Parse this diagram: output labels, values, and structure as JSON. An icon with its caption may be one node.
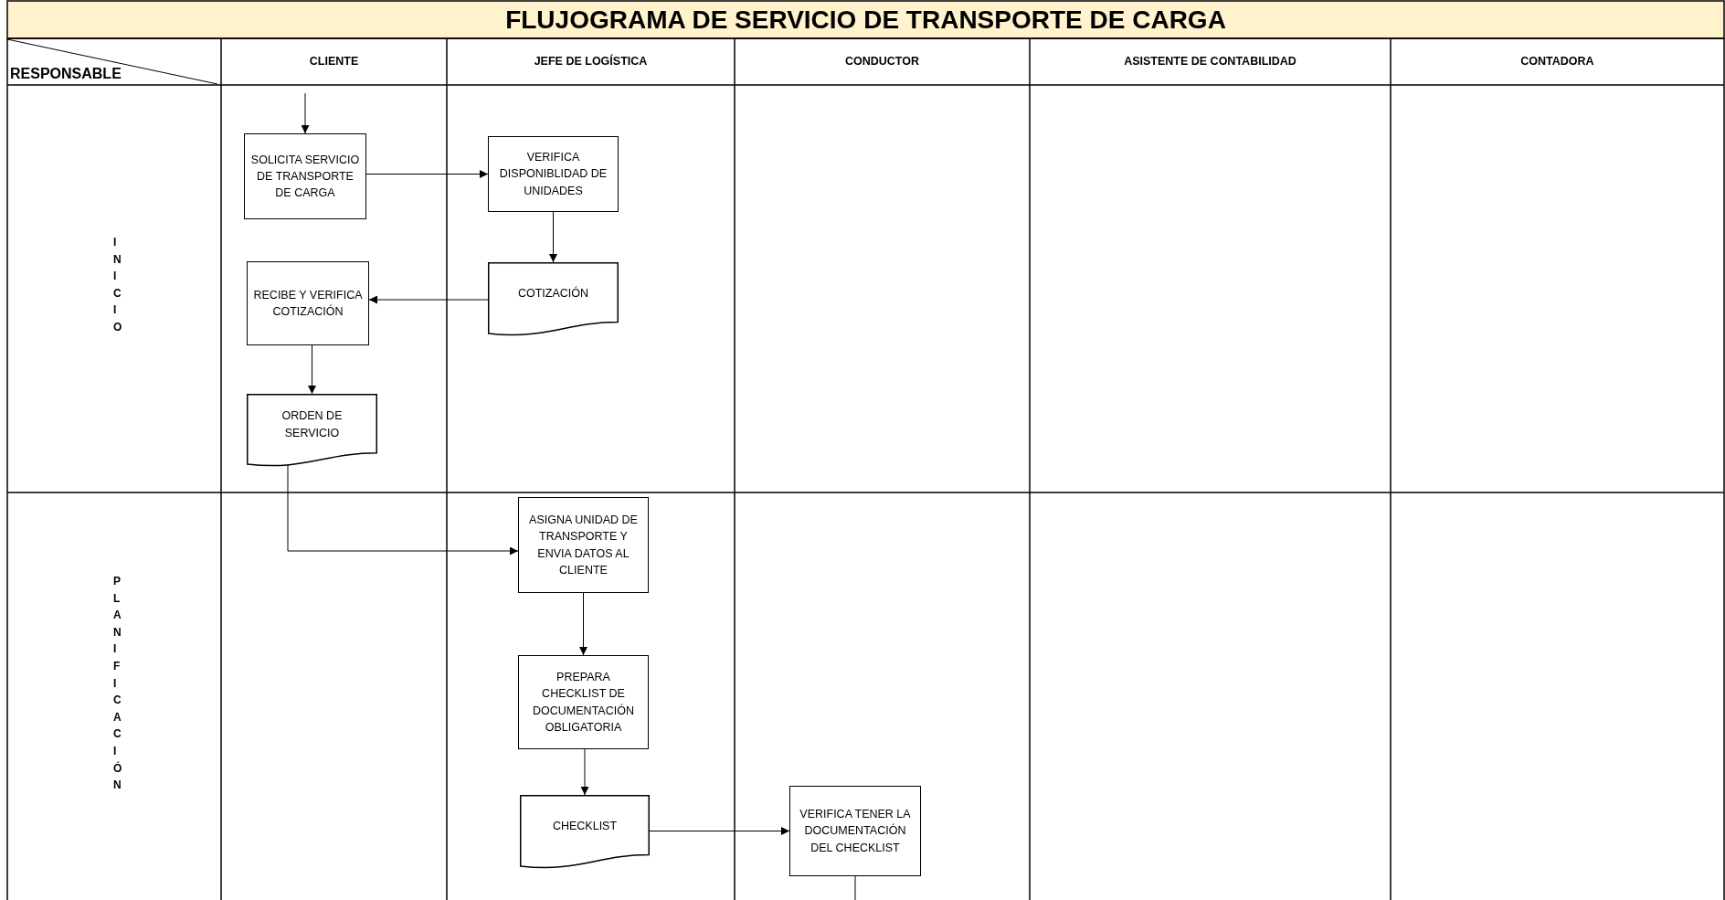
{
  "diagram": {
    "title": "FLUJOGRAMA DE SERVICIO DE TRANSPORTE DE CARGA",
    "nodes": [
      {
        "text": [
          "SOLICITA SERVICIO DE TRANSPORTE DE CARGA"
        ]
      },
      {
        "text": [
          "VERIFICA DISPONIBLIDAD DE UNIDADES"
        ]
      },
      {
        "text": [
          "COTIZACIÓN"
        ]
      },
      {
        "text": [
          "RECIBE Y VERIFICA COTIZACIÓN"
        ]
      },
      {
        "text": [
          "ORDEN DE SERVICIO"
        ]
      },
      {
        "text": [
          "ASIGNA UNIDAD DE TRANSPORTE Y ENVIA DATOS AL CLIENTE"
        ]
      },
      {
        "text": [
          "PREPARA CHECKLIST DE DOCUMENTACIÓN OBLIGATORIA"
        ]
      },
      {
        "text": [
          "CHECKLIST"
        ]
      },
      {
        "text": [
          "VERIFICA TENER LA DOCUMENTACIÓN DEL CHECKLIST"
        ]
      }
    ],
    "edges": [
      {
        "from": null,
        "to": 0,
        "arrow": "to"
      },
      {
        "from": 0,
        "to": 1,
        "arrow": "to"
      },
      {
        "from": 1,
        "to": 2,
        "arrow": "to"
      },
      {
        "from": 2,
        "to": 3,
        "arrow": "to"
      },
      {
        "from": 3,
        "to": 4,
        "arrow": "to"
      },
      {
        "from": 4,
        "to": 5,
        "arrow": "to"
      },
      {
        "from": 5,
        "to": 6,
        "arrow": "to"
      },
      {
        "from": 6,
        "to": 7,
        "arrow": "to"
      },
      {
        "from": 7,
        "to": 8,
        "arrow": "to"
      },
      {
        "from": 8,
        "to": null,
        "arrow": "none"
      }
    ],
    "labels": [
      "RESPONSABLE",
      "CLIENTE",
      "JEFE DE LOGÍSTICA",
      "CONDUCTOR",
      "ASISTENTE DE CONTABILIDAD",
      "CONTADORA",
      "INICIO",
      "PLANIFICACIÓN"
    ]
  }
}
